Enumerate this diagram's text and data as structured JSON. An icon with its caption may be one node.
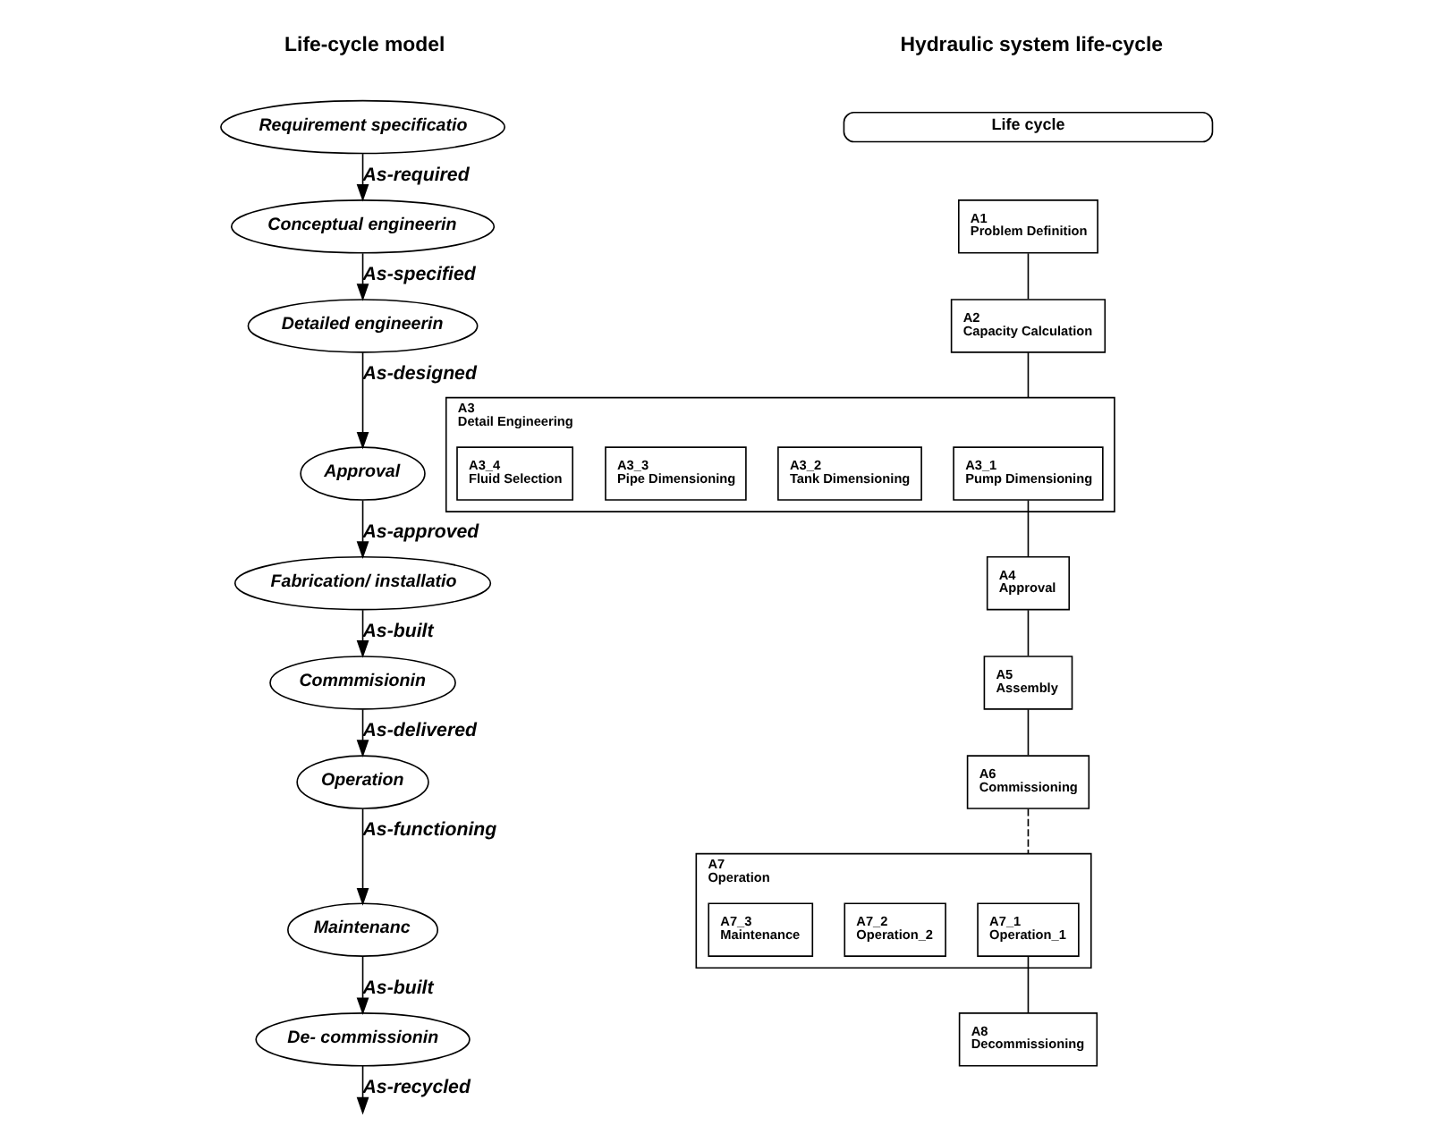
{
  "diagram": {
    "nodes": [
      {
        "text": [
          "Requirement specificatio"
        ]
      },
      {
        "text": [
          "Conceptual engineerin"
        ]
      },
      {
        "text": [
          "Detailed engineerin"
        ]
      },
      {
        "text": [
          "Approval"
        ]
      },
      {
        "text": [
          "Fabrication/ installatio"
        ]
      },
      {
        "text": [
          "Commmisionin"
        ]
      },
      {
        "text": [
          "Operation"
        ]
      },
      {
        "text": [
          "Maintenanc"
        ]
      },
      {
        "text": [
          "De- commissionin"
        ]
      },
      {
        "text": [
          "Life cycle"
        ]
      },
      {
        "text": [
          "A1",
          "Problem Definition"
        ]
      },
      {
        "text": [
          "A2",
          "Capacity Calculation"
        ]
      },
      {
        "text": [
          "A3",
          "Detail Engineering"
        ]
      },
      {
        "text": [
          "A3_1",
          "Pump Dimensioning"
        ],
        "in": 12
      },
      {
        "text": [
          "A3_2",
          "Tank Dimensioning"
        ],
        "in": 12
      },
      {
        "text": [
          "A3_3",
          "Pipe Dimensioning"
        ],
        "in": 12
      },
      {
        "text": [
          "A3_4",
          "Fluid Selection"
        ],
        "in": 12
      },
      {
        "text": [
          "A4",
          "Approval"
        ]
      },
      {
        "text": [
          "A5",
          "Assembly"
        ]
      },
      {
        "text": [
          "A6",
          "Commissioning"
        ]
      },
      {
        "text": [
          "A7",
          "Operation"
        ]
      },
      {
        "text": [
          "A7_1",
          "Operation_1"
        ],
        "in": 20
      },
      {
        "text": [
          "A7_2",
          "Operation_2"
        ],
        "in": 20
      },
      {
        "text": [
          "A7_3",
          "Maintenance"
        ],
        "in": 20
      },
      {
        "text": [
          "A8",
          "Decommissioning"
        ]
      }
    ],
    "edges": [
      {
        "from": 0,
        "to": 1,
        "arrow": "to",
        "label": "As-required"
      },
      {
        "from": 1,
        "to": 2,
        "arrow": "to",
        "label": "As-specified"
      },
      {
        "from": 2,
        "to": 3,
        "arrow": "to",
        "label": "As-designed"
      },
      {
        "from": 3,
        "to": 4,
        "arrow": "to",
        "label": "As-approved"
      },
      {
        "from": 4,
        "to": 5,
        "arrow": "to",
        "label": "As-built"
      },
      {
        "from": 5,
        "to": 6,
        "arrow": "to",
        "label": "As-delivered"
      },
      {
        "from": 6,
        "to": 7,
        "arrow": "to",
        "label": "As-functioning"
      },
      {
        "from": 7,
        "to": 8,
        "arrow": "to",
        "label": "As-built"
      },
      {
        "from": 8,
        "to": null,
        "arrow": "to",
        "label": "As-recycled"
      },
      {
        "from": 10,
        "to": 11,
        "arrow": "none"
      },
      {
        "from": 11,
        "to": 12,
        "arrow": "none"
      },
      {
        "from": 13,
        "to": 17,
        "arrow": "none"
      },
      {
        "from": 17,
        "to": 18,
        "arrow": "none"
      },
      {
        "from": 18,
        "to": 19,
        "arrow": "none"
      },
      {
        "from": 19,
        "to": 20,
        "arrow": "none",
        "style": "dashed"
      },
      {
        "from": 21,
        "to": 24,
        "arrow": "none"
      }
    ],
    "labels": [
      "Life-cycle model",
      "Hydraulic system life-cycle"
    ]
  }
}
